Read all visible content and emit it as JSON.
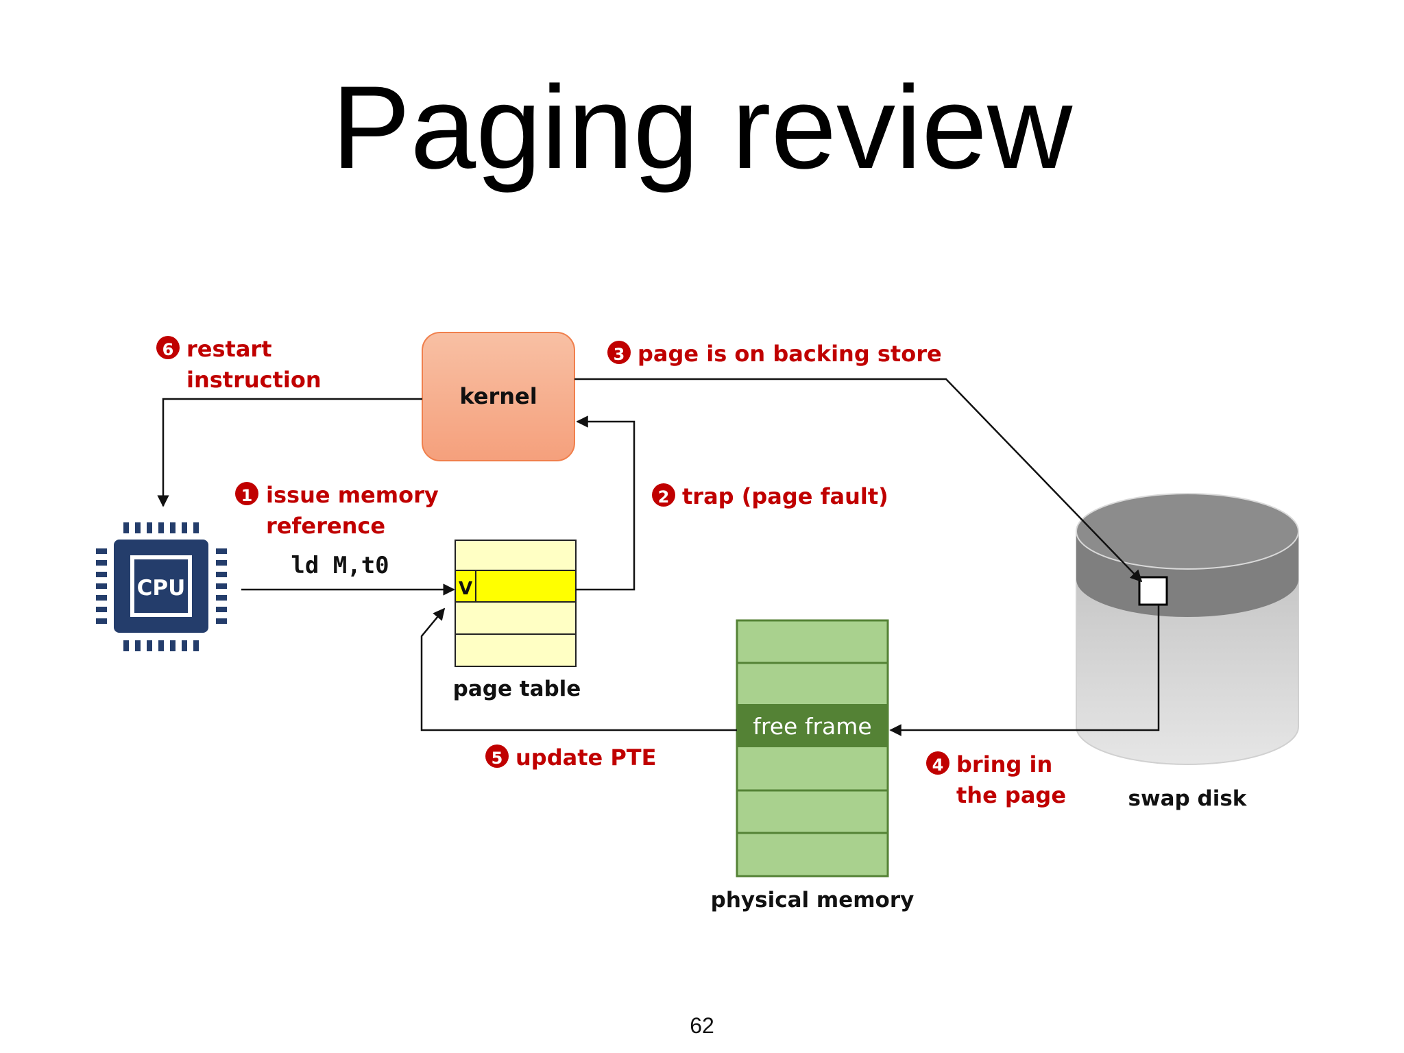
{
  "slide": {
    "title": "Paging review",
    "page_number": "62"
  },
  "nodes": {
    "kernel": "kernel",
    "cpu": "CPU",
    "page_table": "page table",
    "pte_valid_bit": "V",
    "physical_memory": "physical memory",
    "free_frame": "free frame",
    "swap_disk": "swap disk"
  },
  "instruction": "ld M,t0",
  "steps": [
    {
      "number": "1",
      "line1": "issue memory",
      "line2": "reference"
    },
    {
      "number": "2",
      "line1": "trap (page fault)",
      "line2": ""
    },
    {
      "number": "3",
      "line1": "page is on backing store",
      "line2": ""
    },
    {
      "number": "4",
      "line1": "bring in",
      "line2": "the page"
    },
    {
      "number": "5",
      "line1": "update PTE",
      "line2": ""
    },
    {
      "number": "6",
      "line1": "restart",
      "line2": "instruction"
    }
  ],
  "colors": {
    "step_red": "#c00000",
    "kernel_fill": "#f8ab8c",
    "kernel_border": "#f07f4c",
    "cpu_navy": "#243d6b",
    "page_table_fill": "#ffffc4",
    "pte_highlight": "#ffff00",
    "memory_frame": "#a9d18e",
    "memory_border": "#548235",
    "free_frame": "#548235",
    "disk_top": "#7f7f7f",
    "disk_body": "#d9d9d9"
  }
}
